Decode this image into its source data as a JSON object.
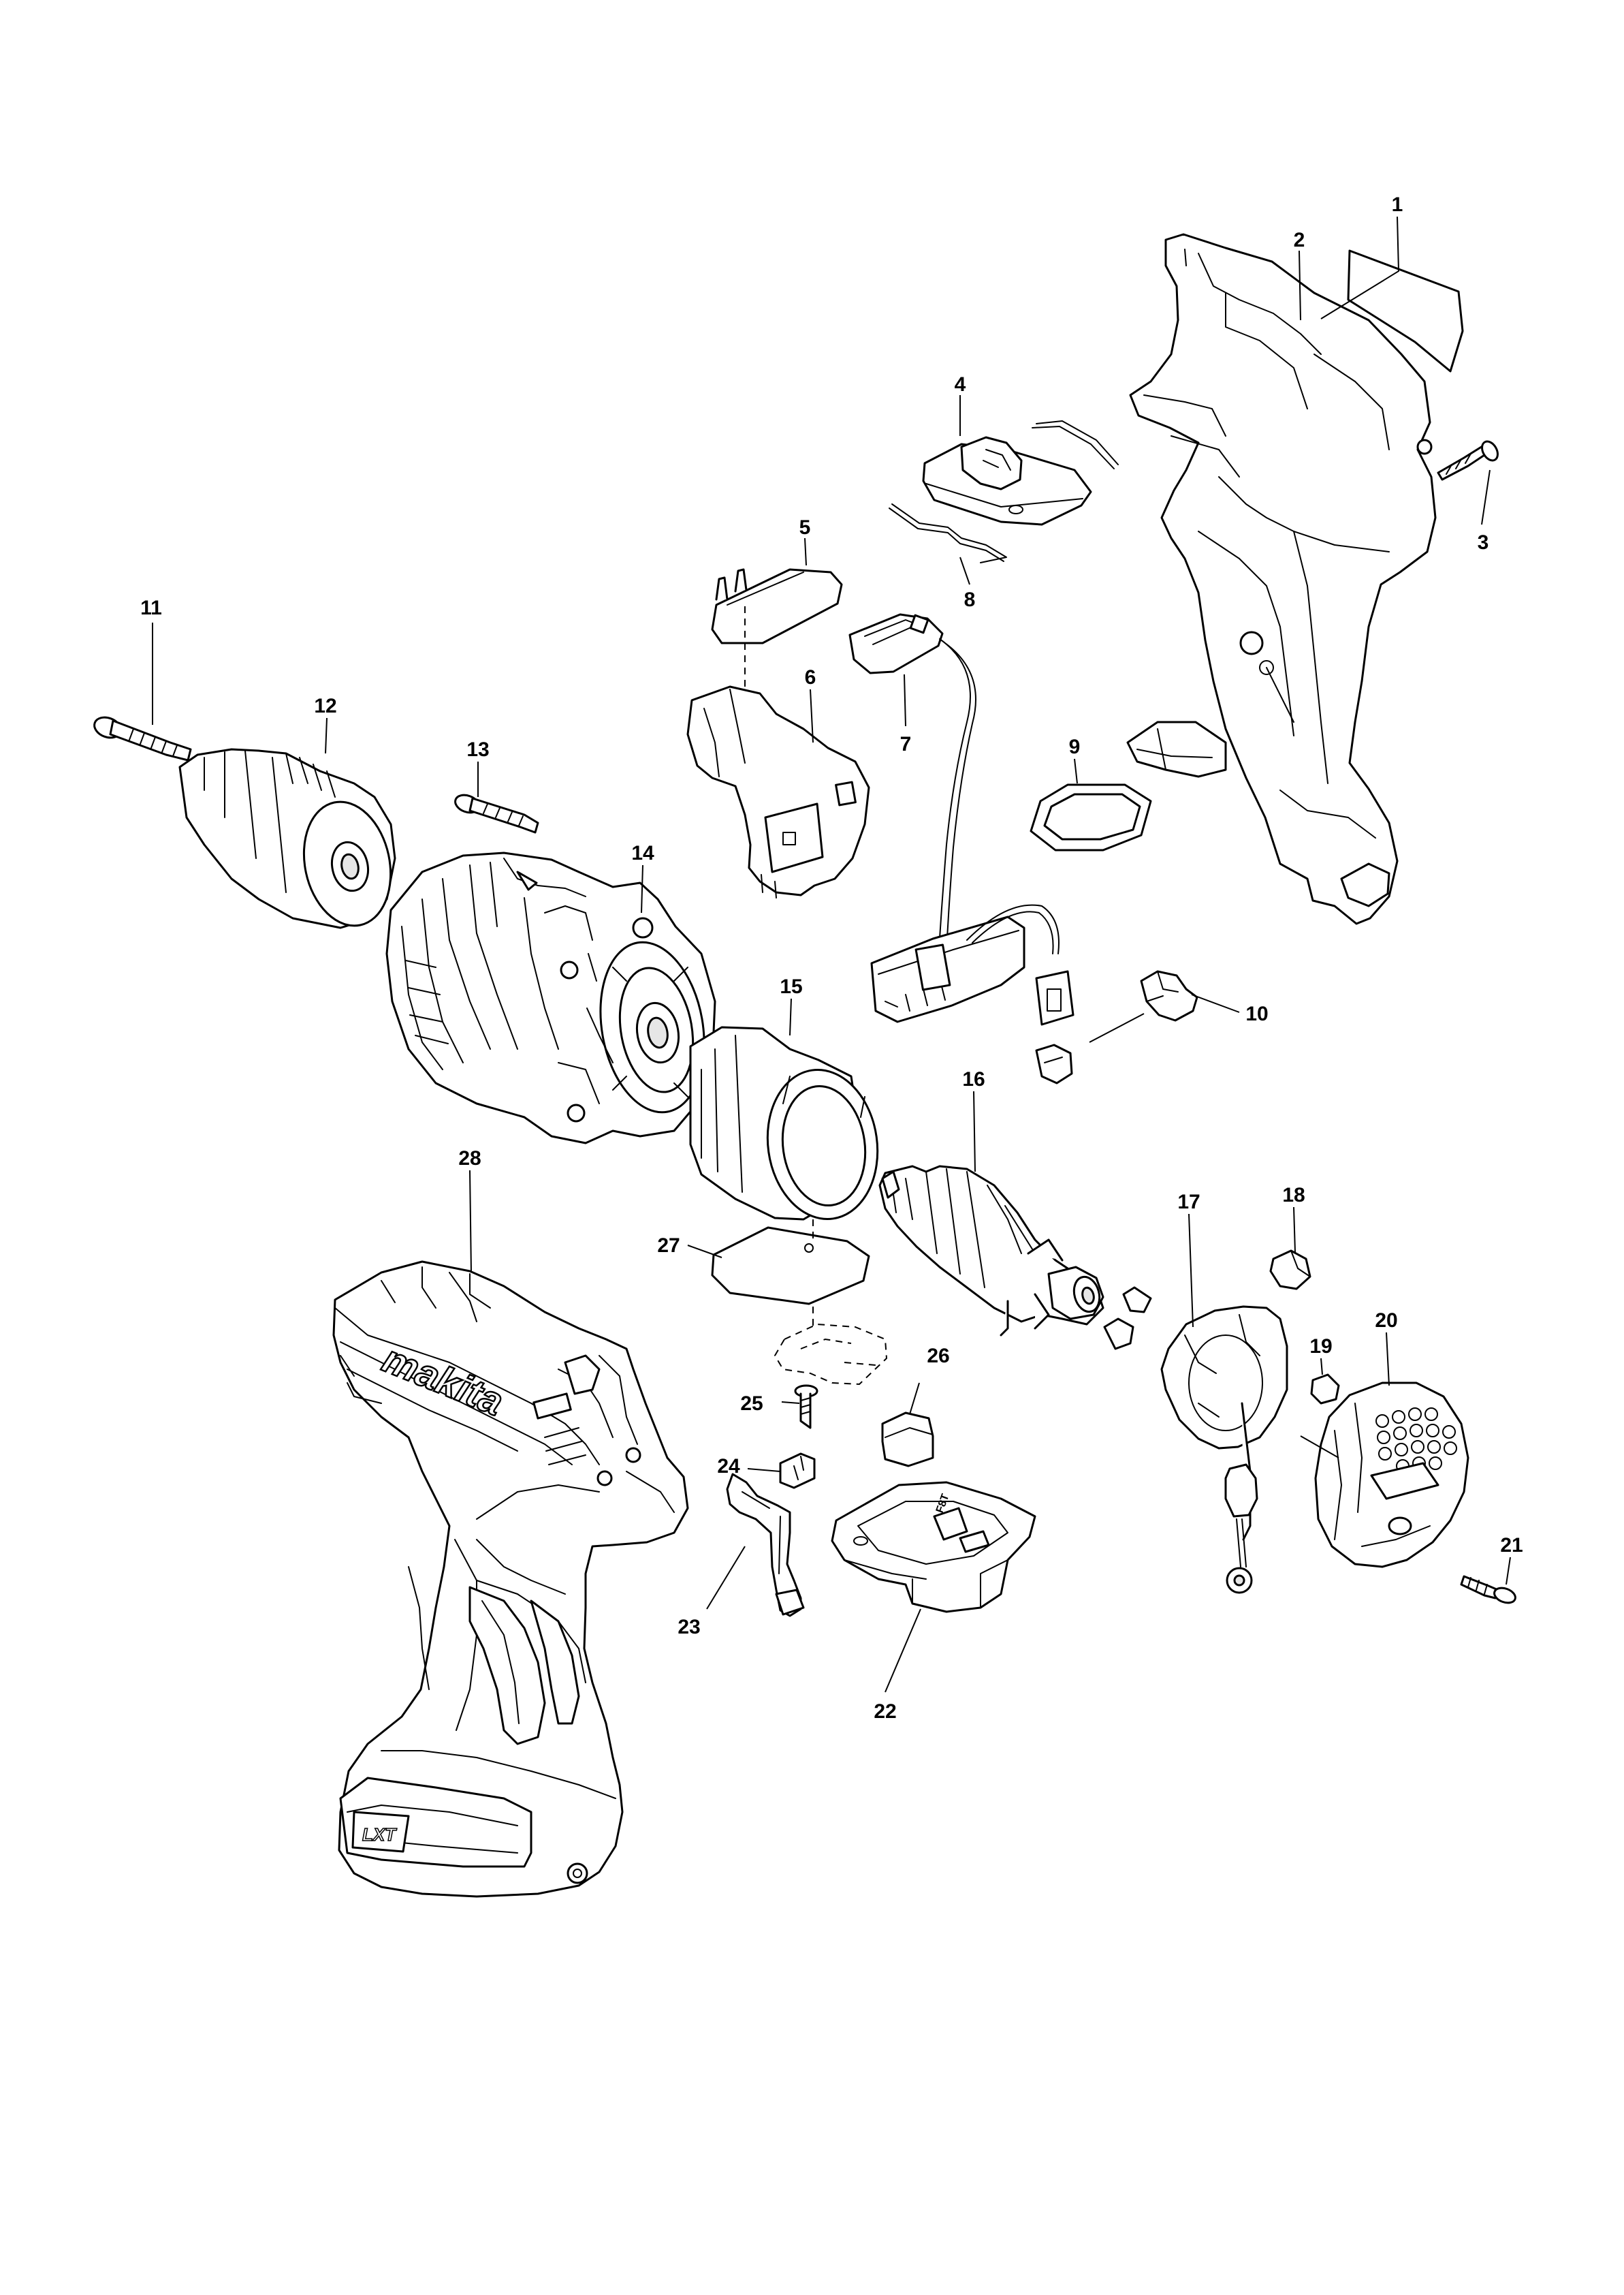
{
  "diagram": {
    "callouts": [
      "1",
      "2",
      "3",
      "4",
      "5",
      "6",
      "7",
      "8",
      "9",
      "10",
      "11",
      "12",
      "13",
      "14",
      "15",
      "16",
      "17",
      "18",
      "19",
      "20",
      "21",
      "22",
      "23",
      "24",
      "25",
      "26",
      "27",
      "28"
    ],
    "housing_logo": "makita",
    "battery_badge": "LXT",
    "switch_stamp": "F8T"
  }
}
